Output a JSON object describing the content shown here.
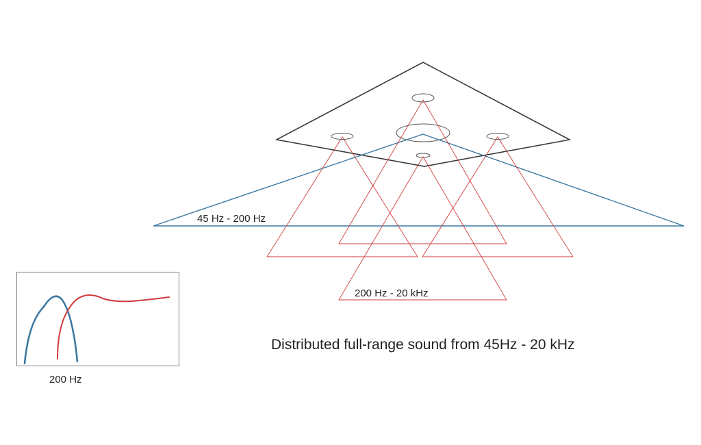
{
  "labels": {
    "bass_range": "45 Hz - 200 Hz",
    "mid_high_range": "200 Hz - 20 kHz",
    "caption": "Distributed full-range sound from 45Hz - 20 kHz",
    "crossover": "200 Hz"
  },
  "colors": {
    "ceiling_outline": "#3a3a3a",
    "speaker_outline": "#555555",
    "bass": "#3d78a0",
    "mid_high": "#d03a3a",
    "inset_border": "#7f7f7f"
  }
}
